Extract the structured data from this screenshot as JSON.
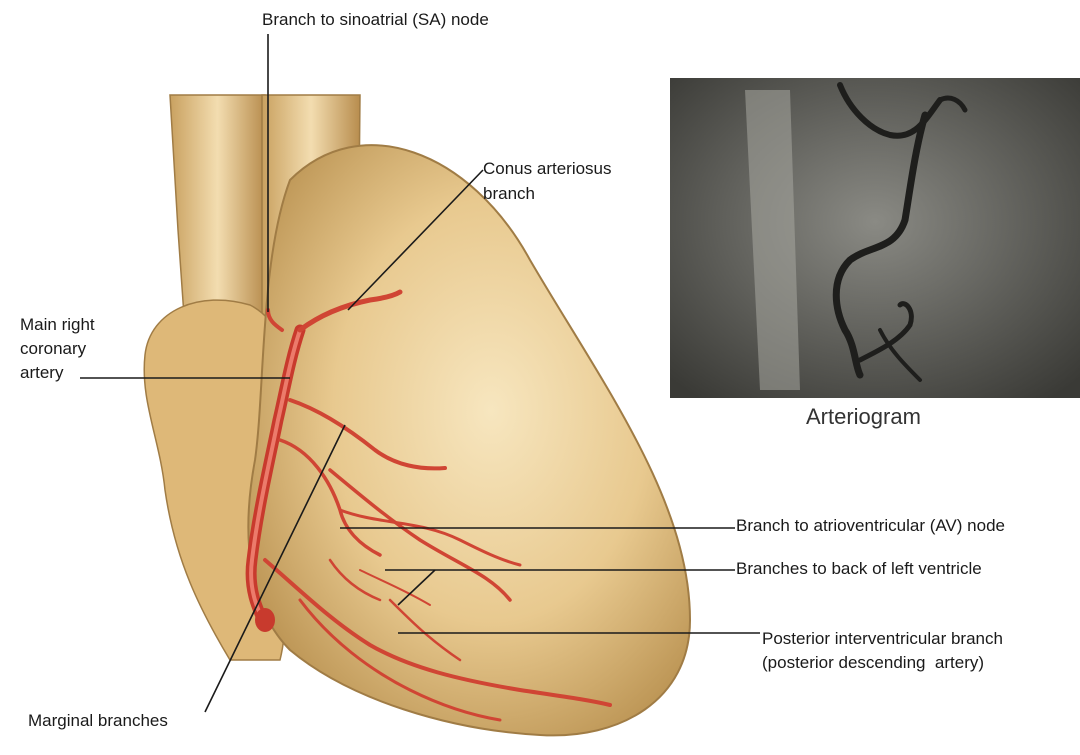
{
  "labels": {
    "sa_node": "Branch to sinoatrial (SA) node",
    "conus_line1": "Conus arteriosus",
    "conus_line2": "branch",
    "main_right_line1": "Main right",
    "main_right_line2": "coronary",
    "main_right_line3": "artery",
    "av_node": "Branch to atrioventricular (AV) node",
    "back_lv": "Branches to back of left ventricle",
    "posterior_line1": "Posterior interventricular branch",
    "posterior_line2": "(posterior descending  artery)",
    "marginal": "Marginal branches"
  },
  "arteriogram": {
    "caption": "Arteriogram"
  },
  "colors": {
    "heart_fill": "#e8c98f",
    "heart_shadow": "#c9a56a",
    "artery": "#d9493a",
    "leader_line": "#1a1a1a",
    "xray_bg": "#6b6b66"
  }
}
